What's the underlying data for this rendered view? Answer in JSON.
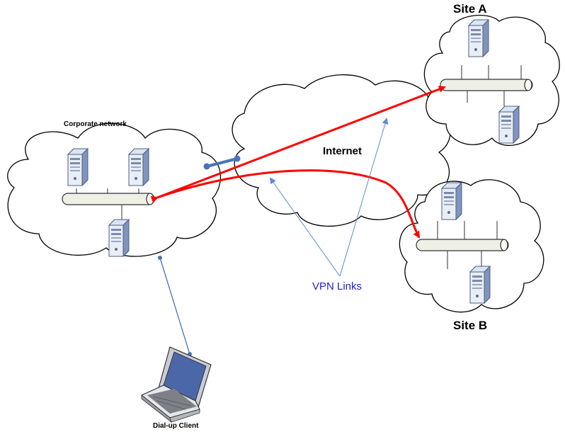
{
  "labels": {
    "corporate_network": "Corporate network",
    "internet": "Internet",
    "site_a": "Site A",
    "site_b": "Site B",
    "vpn_links": "VPN Links",
    "dialup_client": "Dial-up Client"
  },
  "colors": {
    "cloud_stroke": "#000000",
    "cloud_fill": "#ffffff",
    "vpn_tunnel": "#ff0000",
    "vpn_pointer": "#5b8bd0",
    "connector": "#4a72b8",
    "dialup_line": "#4a72b8",
    "vpn_label": "#1f1fd0",
    "server_body": "#b8c7df",
    "server_front": "#e8edf6",
    "bus_fill": "#eef0e8"
  },
  "icons": {
    "server": "server-icon",
    "laptop": "laptop-icon",
    "network_bus": "lan-backbone-icon",
    "cloud": "cloud-icon"
  }
}
